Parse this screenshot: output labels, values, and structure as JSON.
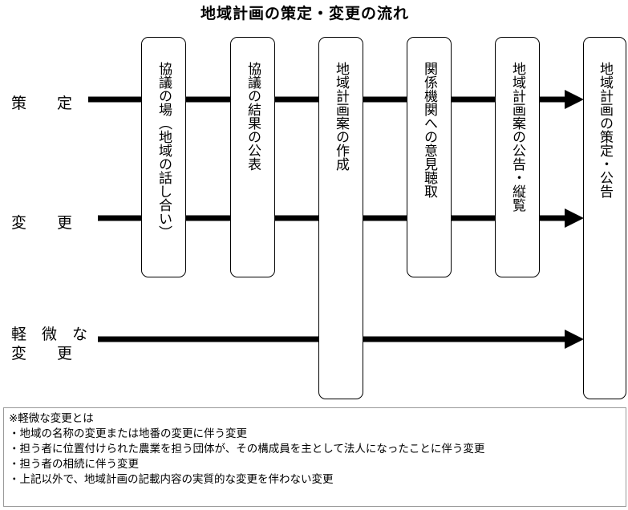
{
  "title": "地域計画の策定・変更の流れ",
  "rows": {
    "sakutei": "策　　定",
    "henko": "変　　更",
    "keibi_line1": "軽　微　な",
    "keibi_line2": "変　　更"
  },
  "steps": [
    "協議の場（地域の話し合い）",
    "協議の結果の公表",
    "地域計画案の作成",
    "関係機関への意見聴取",
    "地域計画案の公告・縦覧",
    "地域計画の策定・公告"
  ],
  "notes": {
    "heading": "※軽微な変更とは",
    "items": [
      "・地域の名称の変更または地番の変更に伴う変更",
      "・担う者に位置付けられた農業を担う団体が、その構成員を主として法人になったことに伴う変更",
      "・担う者の相続に伴う変更",
      "・上記以外で、地域計画の記載内容の実質的な変更を伴わない変更"
    ]
  }
}
